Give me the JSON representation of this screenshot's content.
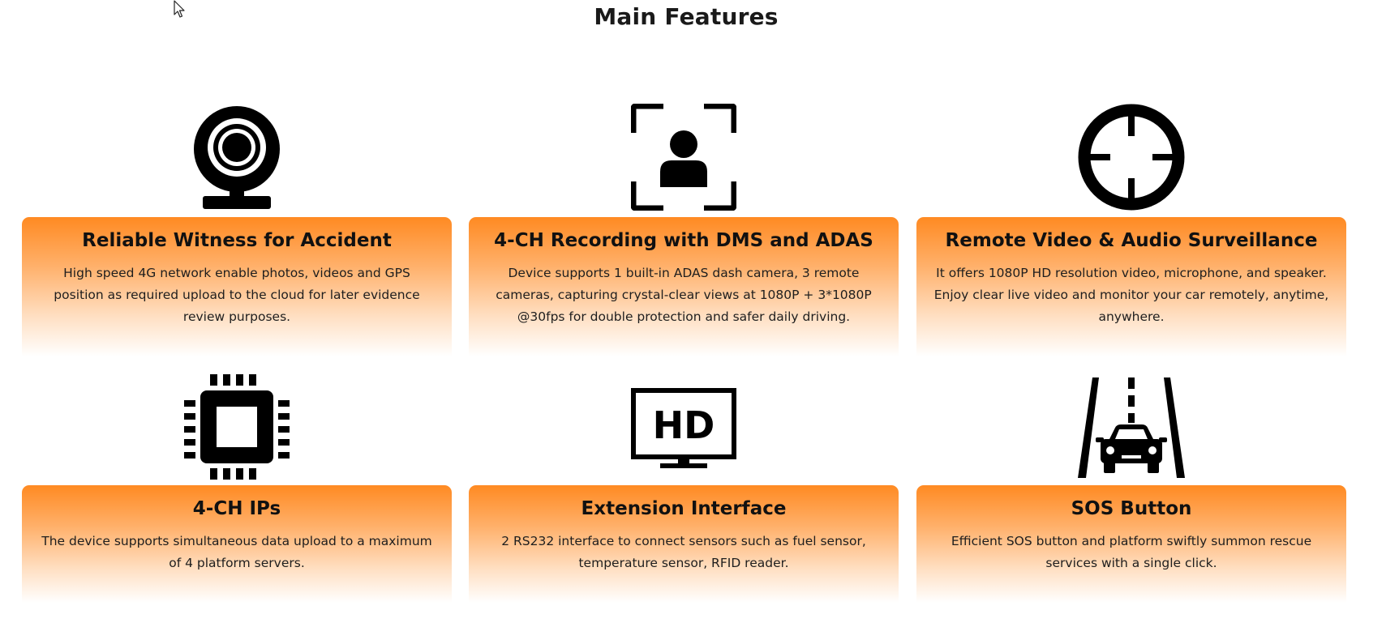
{
  "section": {
    "title": "Main Features"
  },
  "features": [
    {
      "icon": "webcam-icon",
      "title": "Reliable Witness for Accident",
      "description": "High speed 4G network enable photos, videos and GPS position as required upload to the cloud for later evidence review purposes."
    },
    {
      "icon": "face-scan-icon",
      "title": "4-CH Recording with DMS and ADAS",
      "description": "Device supports 1 built-in ADAS dash camera, 3 remote cameras, capturing crystal-clear views at 1080P + 3*1080P @30fps for double protection and safer daily driving."
    },
    {
      "icon": "crosshair-icon",
      "title": "Remote Video & Audio Surveillance",
      "description": "It offers 1080P HD resolution video, microphone, and speaker. Enjoy clear live video and monitor your car remotely, anytime, anywhere."
    },
    {
      "icon": "chip-icon",
      "title": "4-CH IPs",
      "description": "The device supports simultaneous data upload to a maximum of 4 platform servers."
    },
    {
      "icon": "hd-monitor-icon",
      "title": "Extension Interface",
      "description": "2 RS232 interface to connect sensors such as fuel sensor, temperature sensor, RFID reader."
    },
    {
      "icon": "car-road-icon",
      "title": "SOS Button",
      "description": "Efficient SOS button and platform swiftly summon rescue services with a single click."
    }
  ],
  "colors": {
    "card_accent": "#ff8a22",
    "icon": "#000000"
  }
}
